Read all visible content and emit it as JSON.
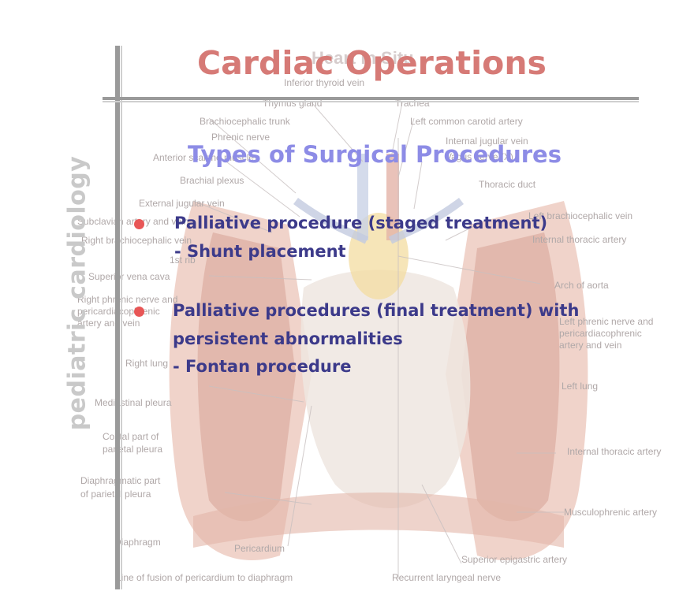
{
  "slide": {
    "title": "Cardiac Operations",
    "sidebar_text": "pediatric cardiology",
    "subtitle": "Types of Surgical Procedures",
    "bullets": [
      {
        "lines": [
          "Palliative procedure (staged treatment)"
        ],
        "sub": "-  Shunt placement"
      },
      {
        "lines": [
          "Palliative procedures (final treatment) with",
          "persistent abnormalities"
        ],
        "sub": "-  Fontan procedure"
      }
    ]
  },
  "illustration": {
    "title": "Heart in Situ",
    "labels": [
      "Inferior thyroid vein",
      "Thymus gland",
      "Trachea",
      "Brachiocephalic trunk",
      "Left common carotid artery",
      "Phrenic nerve",
      "Internal jugular vein",
      "Anterior scalene muscle",
      "Vagus nerve (X)",
      "Brachial plexus",
      "Thoracic duct",
      "External jugular vein",
      "Subclavian artery and vein",
      "Left brachiocephalic vein",
      "Right brachiocephalic vein",
      "Internal thoracic artery",
      "1st rib",
      "Superior vena cava",
      "Arch of aorta",
      "Right phrenic nerve and",
      "pericardiacophrenic",
      "artery and vein",
      "Left phrenic nerve and",
      "pericardiacophrenic",
      "artery and vein",
      "Right lung",
      "Left lung",
      "Mediastinal pleura",
      "Costal part of",
      "parietal pleura",
      "Internal thoracic artery",
      "Diaphragmatic part",
      "of parietal pleura",
      "Musculophrenic artery",
      "Diaphragm",
      "Pericardium",
      "Superior epigastric artery",
      "Line of fusion of pericardium to diaphragm",
      "Recurrent laryngeal nerve"
    ]
  },
  "colors": {
    "title": "#d67a76",
    "subtitle": "#8d8ce6",
    "item_text": "#3c3a8a",
    "bullet": "#e85656",
    "sidebar": "#c9c9c9"
  }
}
